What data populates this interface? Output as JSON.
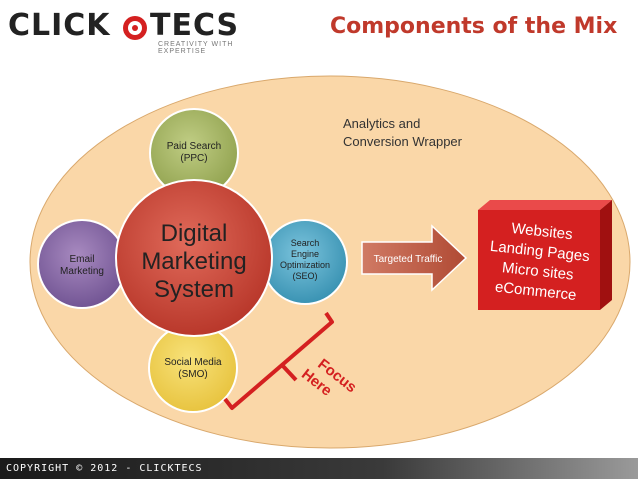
{
  "header": {
    "logo_text_left": "CLICK",
    "logo_text_right": "TECS",
    "tagline": "CREATIVITY WITH EXPERTISE",
    "title": "Components of the Mix"
  },
  "diagram": {
    "wrapper_label_line1": "Analytics and",
    "wrapper_label_line2": "Conversion Wrapper",
    "center_line1": "Digital",
    "center_line2": "Marketing",
    "center_line3": "System",
    "paid_line1": "Paid Search",
    "paid_line2": "(PPC)",
    "seo_line1": "Search",
    "seo_line2": "Engine",
    "seo_line3": "Optimization",
    "seo_line4": "(SEO)",
    "email_line1": "Email",
    "email_line2": "Marketing",
    "social_line1": "Social Media",
    "social_line2": "(SMO)",
    "arrow_label": "Targeted Traffic",
    "box_line1": "Websites",
    "box_line2": "Landing Pages",
    "box_line3": "Micro sites",
    "box_line4": "eCommerce",
    "focus_line1": "Focus",
    "focus_line2": "Here",
    "colors": {
      "wrapper": "#fad7a8",
      "center": "#c94a3c",
      "paid": "#a6b566",
      "seo": "#4fa6c4",
      "email": "#8a6ba6",
      "social": "#f0d050",
      "accent_red": "#d42020",
      "arrow": "#bf5a44"
    }
  },
  "footer": {
    "copyright": "COPYRIGHT © 2012 - CLICKTECS"
  }
}
